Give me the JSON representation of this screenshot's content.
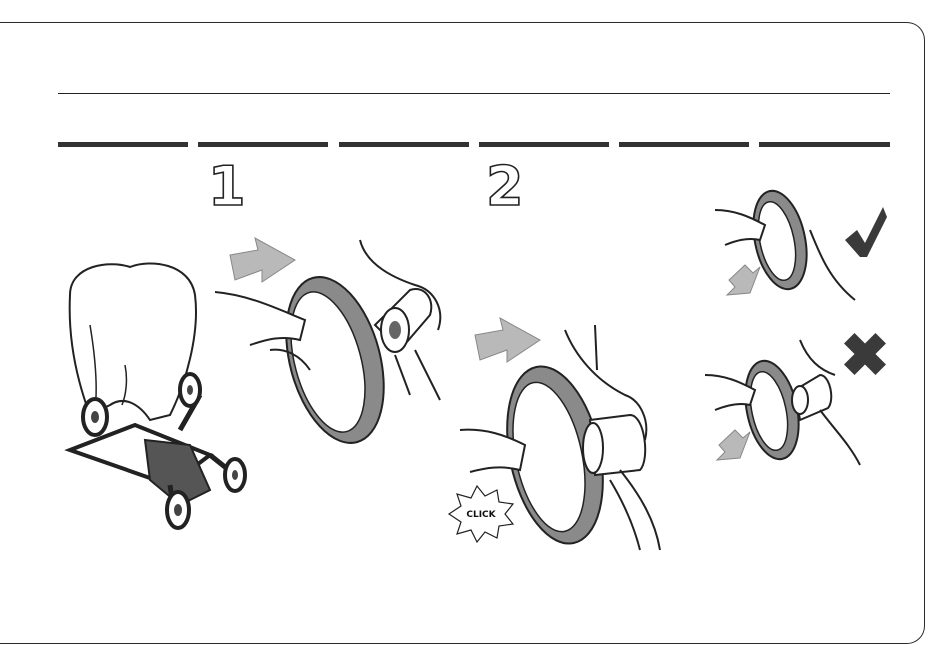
{
  "steps": [
    {
      "number": "1"
    },
    {
      "number": "2"
    }
  ],
  "callout": {
    "click": "CLICK"
  },
  "icons": {
    "correct": "checkmark-icon",
    "incorrect": "cross-icon",
    "push_arrow": "arrow-right-icon",
    "pull_arrow": "arrow-down-left-icon"
  },
  "colors": {
    "line": "#222222",
    "tire": "#8a8a8a",
    "arrow": "#b9b9b9",
    "mark": "#3a3a3a"
  }
}
